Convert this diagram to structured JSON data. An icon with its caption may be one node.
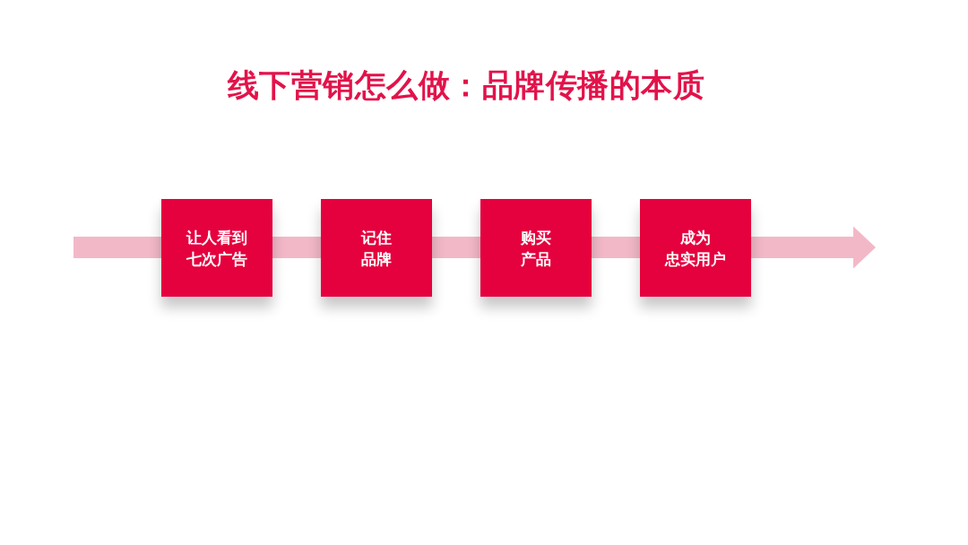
{
  "diagram": {
    "title": "线下营销怎么做：品牌传播的本质",
    "nodes": [
      {
        "text": [
          "让人看到七次广告"
        ]
      },
      {
        "text": [
          "记住品牌"
        ]
      },
      {
        "text": [
          "购买产品"
        ]
      },
      {
        "text": [
          "成为忠实用户"
        ]
      }
    ],
    "edges": [
      {
        "from": null,
        "to": 0,
        "arrow": "none"
      },
      {
        "from": 0,
        "to": 1,
        "arrow": "none"
      },
      {
        "from": 1,
        "to": 2,
        "arrow": "none"
      },
      {
        "from": 2,
        "to": 3,
        "arrow": "none"
      },
      {
        "from": 3,
        "to": null,
        "arrow": "to"
      }
    ]
  }
}
